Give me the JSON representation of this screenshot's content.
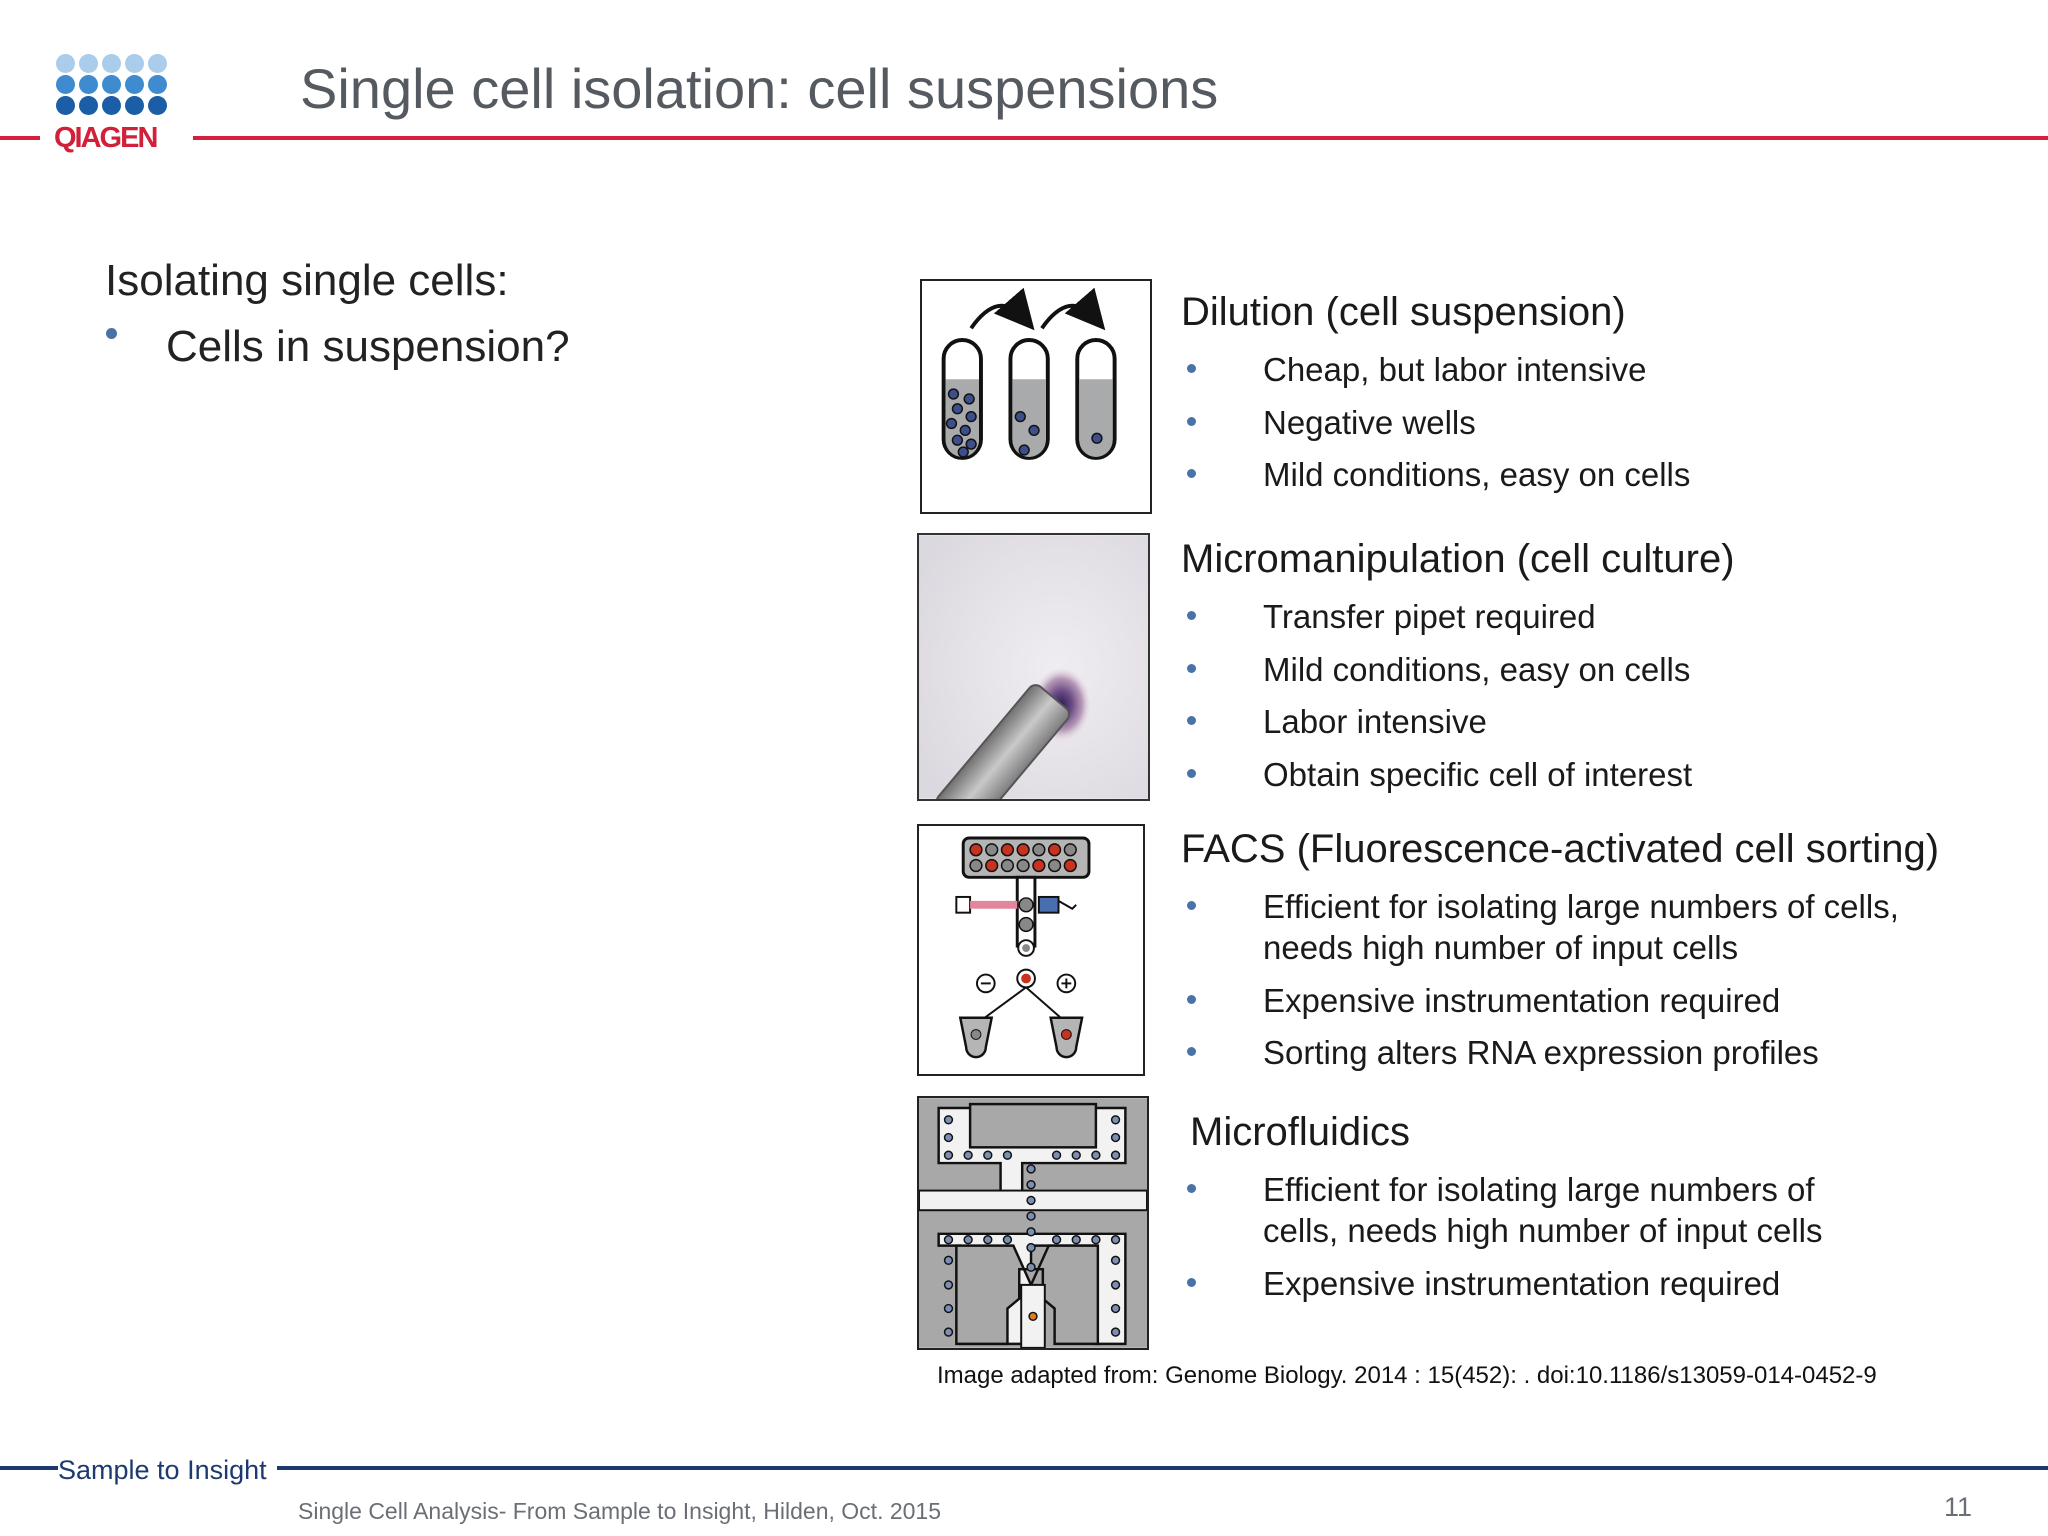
{
  "header": {
    "logo_text": "QIAGEN",
    "logo_colors": {
      "light_dots": "#a9cdea",
      "mid_dots": "#3f8bd0",
      "dark_dots": "#1b5ea5",
      "wordmark": "#d0203a"
    },
    "title": "Single cell isolation: cell suspensions",
    "rule_color": "#d41f3d"
  },
  "intro": {
    "heading": "Isolating single cells:",
    "bullet": "Cells in suspension?"
  },
  "methods": [
    {
      "heading": "Dilution (cell suspension)",
      "image": "dilution-tubes-diagram",
      "bullets": [
        "Cheap, but labor intensive",
        "Negative wells",
        "Mild conditions, easy on cells"
      ]
    },
    {
      "heading": "Micromanipulation (cell culture)",
      "image": "micropipette-cell-photo",
      "bullets": [
        "Transfer pipet required",
        "Mild conditions, easy on cells",
        "Labor intensive",
        "Obtain specific cell of interest"
      ]
    },
    {
      "heading": "FACS (Fluorescence-activated cell sorting)",
      "image": "facs-sorter-diagram",
      "bullets": [
        "Efficient for isolating large numbers of cells,\nneeds high number of input cells",
        "Expensive instrumentation required",
        "Sorting alters RNA expression profiles"
      ]
    },
    {
      "heading": "Microfluidics",
      "image": "microfluidic-chip-diagram",
      "bullets": [
        "Efficient for isolating large numbers of\ncells, needs high number of input cells",
        "Expensive instrumentation required"
      ]
    }
  ],
  "citation": "Image adapted from: Genome Biology. 2014 : 15(452): . doi:10.1186/s13059-014-0452-9",
  "footer": {
    "tagline": "Sample to Insight",
    "text": "Single Cell Analysis- From Sample to Insight, Hilden, Oct. 2015",
    "page_number": "11",
    "rule_color": "#1d3a6e"
  },
  "colors": {
    "bullet": "#4a72a8",
    "title": "#555a61"
  }
}
